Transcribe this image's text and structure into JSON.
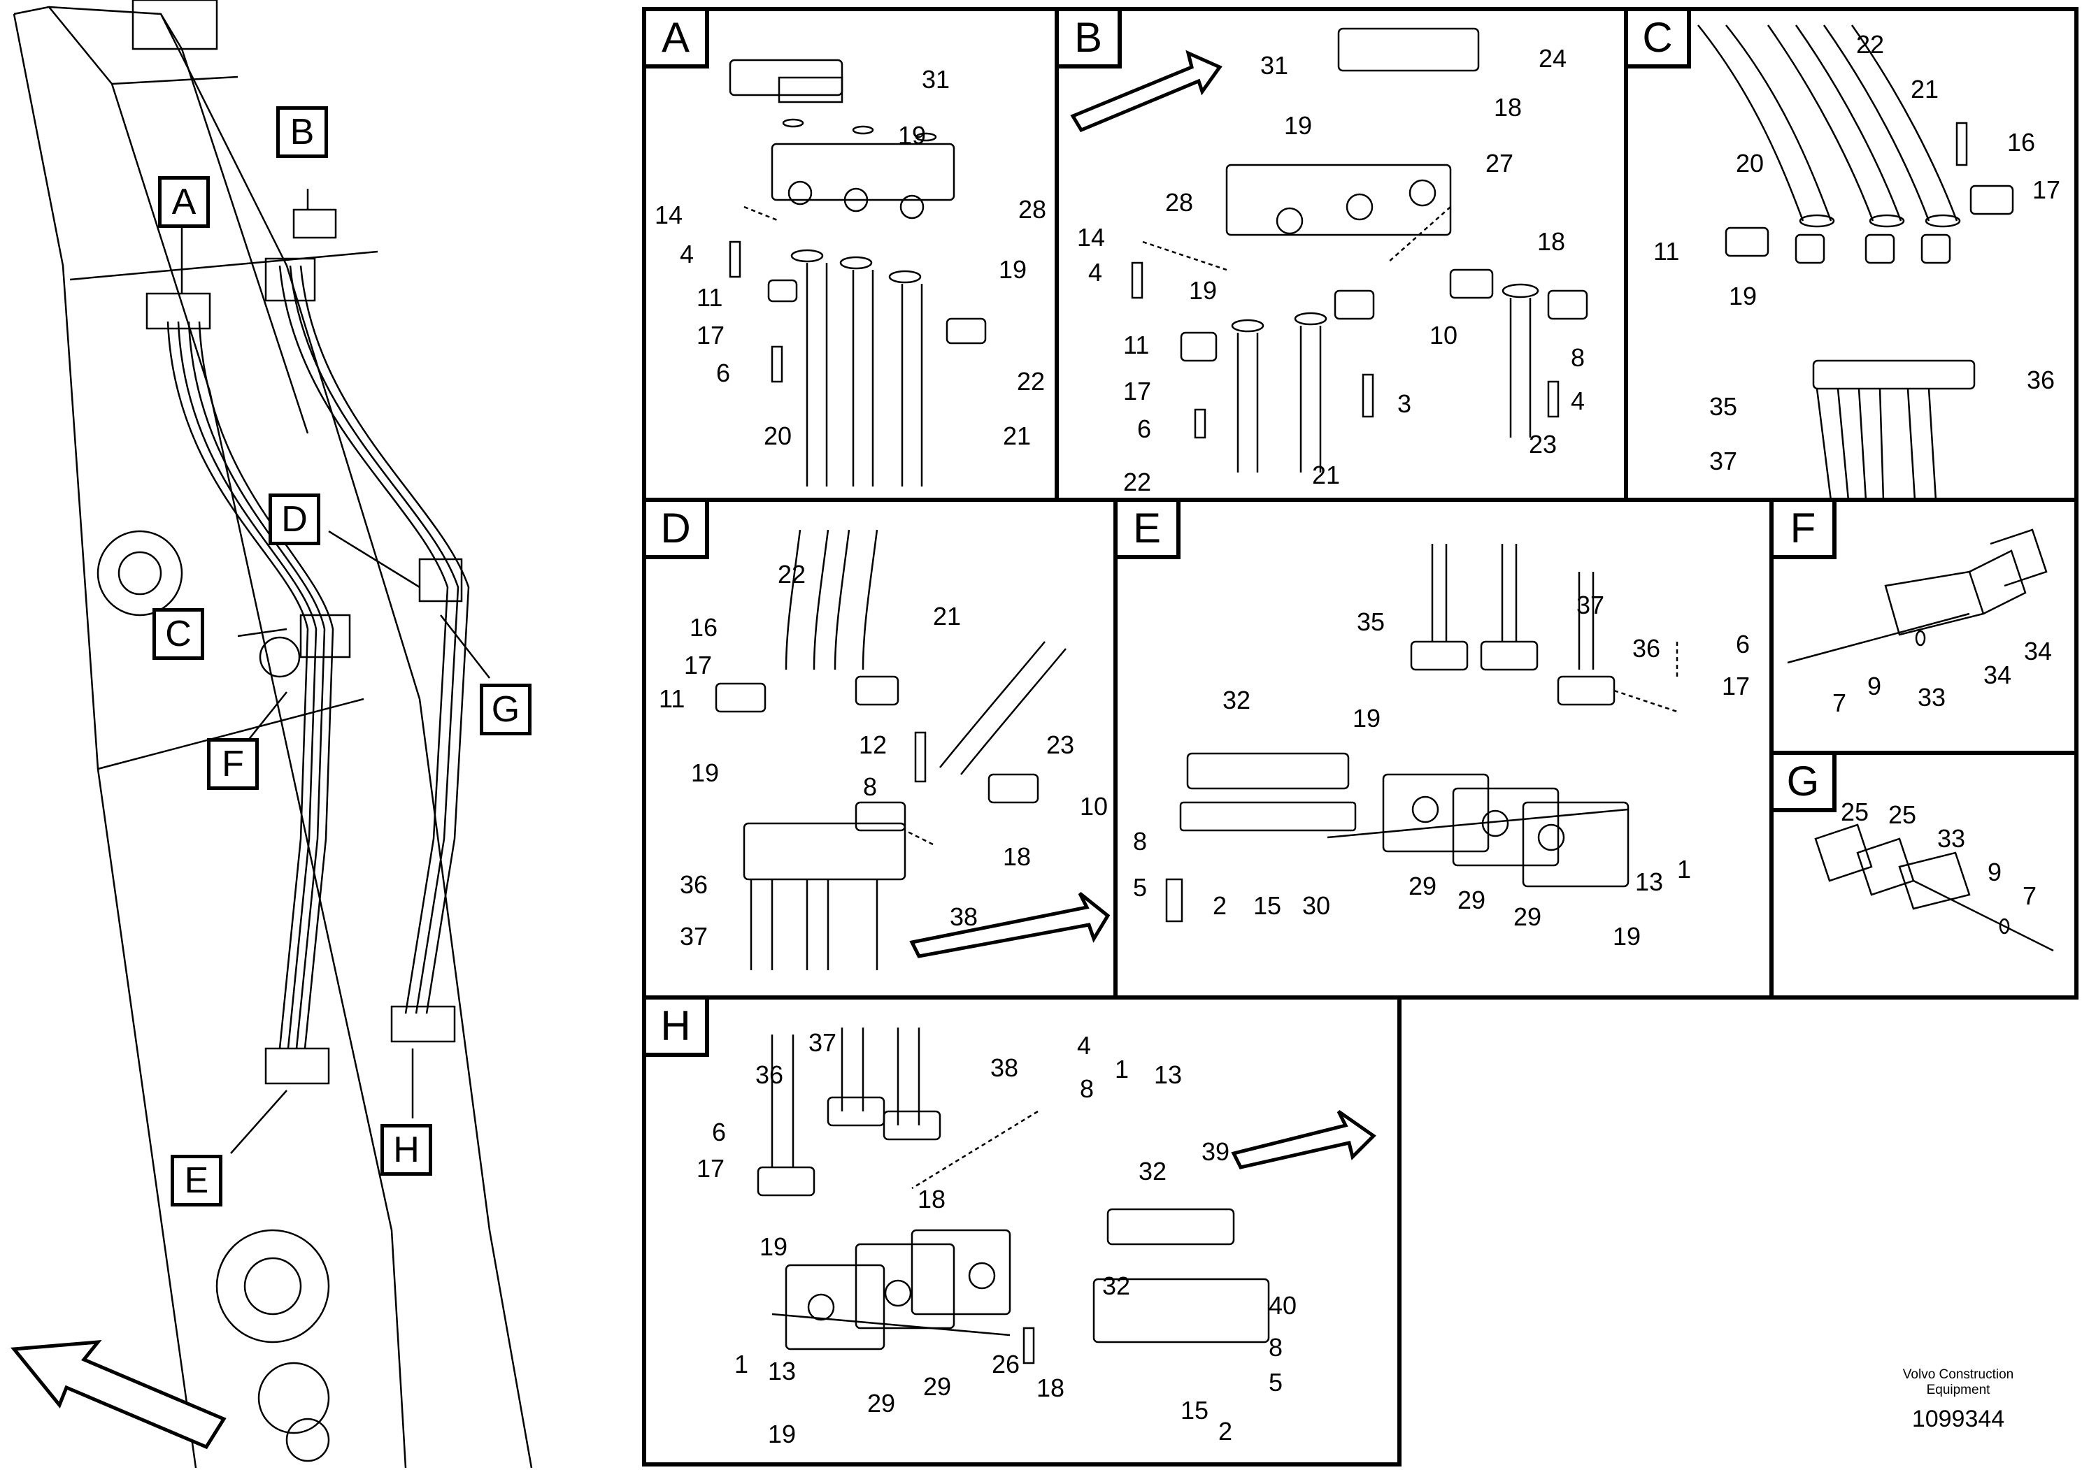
{
  "overview": {
    "callouts": [
      "A",
      "B",
      "C",
      "D",
      "E",
      "F",
      "G",
      "H"
    ]
  },
  "panels": {
    "A": {
      "letter": "A",
      "labels": [
        "31",
        "19",
        "14",
        "4",
        "28",
        "19",
        "11",
        "17",
        "6",
        "22",
        "20",
        "21"
      ]
    },
    "B": {
      "letter": "B",
      "labels": [
        "31",
        "24",
        "19",
        "18",
        "28",
        "27",
        "14",
        "4",
        "18",
        "19",
        "10",
        "11",
        "8",
        "4",
        "17",
        "3",
        "6",
        "23",
        "22",
        "21"
      ]
    },
    "C": {
      "letter": "C",
      "labels": [
        "22",
        "21",
        "16",
        "20",
        "17",
        "11",
        "19",
        "36",
        "35",
        "37"
      ]
    },
    "D": {
      "letter": "D",
      "labels": [
        "22",
        "21",
        "16",
        "17",
        "11",
        "12",
        "23",
        "8",
        "10",
        "19",
        "18",
        "36",
        "38",
        "37"
      ]
    },
    "E": {
      "letter": "E",
      "labels": [
        "35",
        "37",
        "36",
        "6",
        "17",
        "32",
        "19",
        "8",
        "5",
        "2",
        "15",
        "30",
        "29",
        "29",
        "29",
        "13",
        "1",
        "19"
      ]
    },
    "F": {
      "letter": "F",
      "labels": [
        "7",
        "9",
        "33",
        "34",
        "34"
      ]
    },
    "G": {
      "letter": "G",
      "labels": [
        "25",
        "25",
        "33",
        "9",
        "7"
      ]
    },
    "H": {
      "letter": "H",
      "labels": [
        "37",
        "4",
        "36",
        "38",
        "8",
        "1",
        "13",
        "6",
        "17",
        "39",
        "32",
        "18",
        "19",
        "32",
        "40",
        "1",
        "13",
        "8",
        "5",
        "29",
        "29",
        "26",
        "18",
        "15",
        "2",
        "19"
      ]
    }
  },
  "footer": {
    "company_line1": "Volvo Construction",
    "company_line2": "Equipment",
    "drawing_number": "1099344"
  }
}
